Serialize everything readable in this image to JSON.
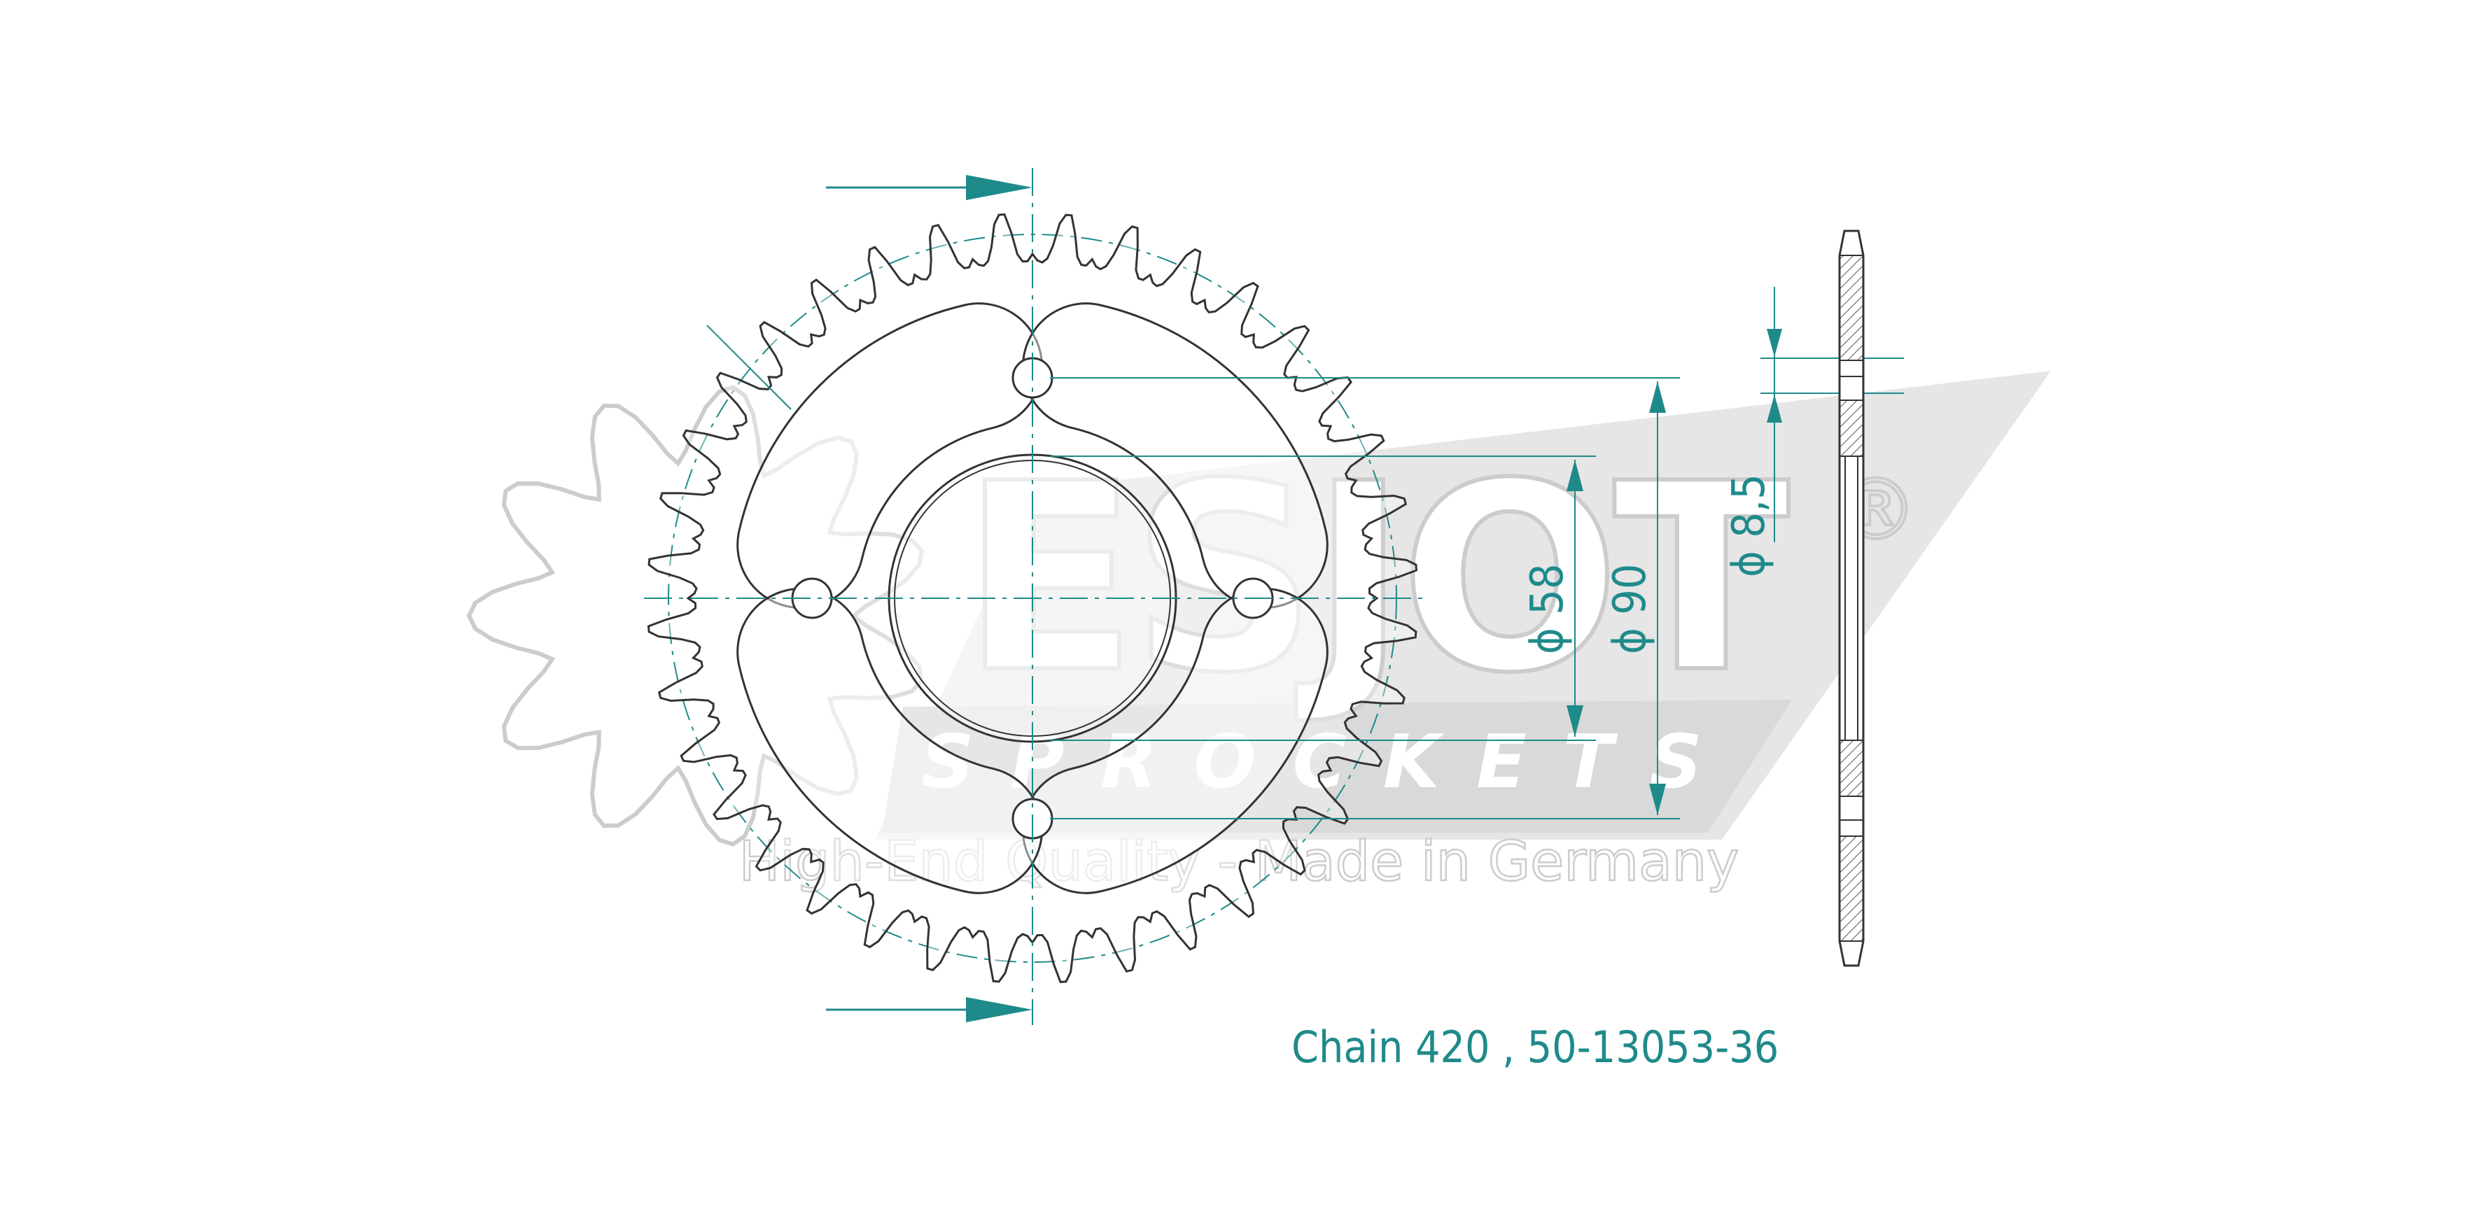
{
  "watermark": {
    "brand": "ESJOT",
    "registered": "®",
    "product_line": "SPROCKETS",
    "tagline": "High-End Quality - Made in Germany"
  },
  "sprocket": {
    "teeth": 36,
    "bolt_holes": 4
  },
  "dimensions": {
    "center_bore": "ϕ 58",
    "bolt_circle": "ϕ 90",
    "thickness": "ϕ 8,5"
  },
  "caption": "Chain 420 , 50-13053-36",
  "colors": {
    "dimension": "#1f8a8a",
    "outline": "#333333",
    "watermark": "#c8c8c8",
    "watermark_fill": "#e6e6e6"
  }
}
